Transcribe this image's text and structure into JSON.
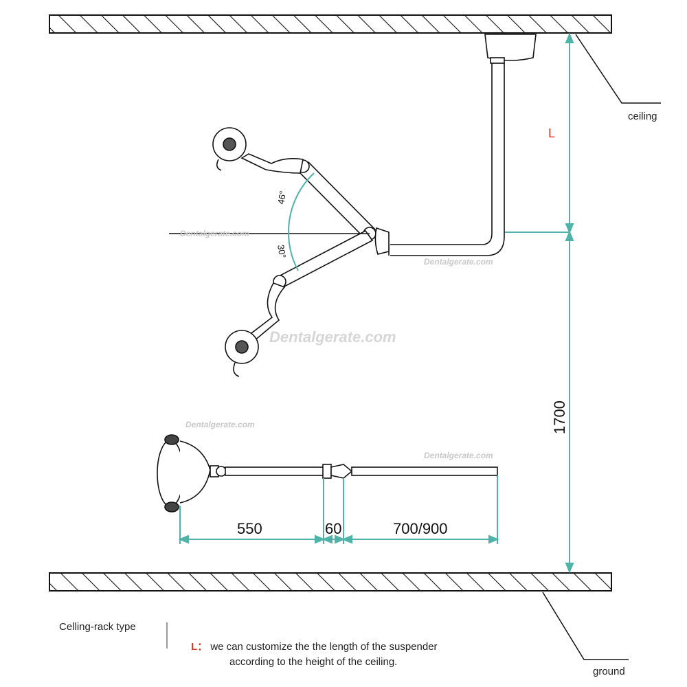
{
  "labels": {
    "ceiling": "ceiling",
    "ground": "ground",
    "L": "L",
    "height": "1700",
    "d1": "550",
    "d2": "60",
    "d3": "700/900",
    "angle_up": "46°",
    "angle_down": "30°"
  },
  "caption": {
    "type": "Celling-rack type",
    "marker": "L：",
    "line1": "we can customize the the length of the suspender",
    "line2": "according to the height of the ceiling."
  },
  "watermark": "Dentalgerate.com",
  "colors": {
    "dimension": "#4fb3a9",
    "marker": "#d8392b",
    "line": "#111111"
  }
}
